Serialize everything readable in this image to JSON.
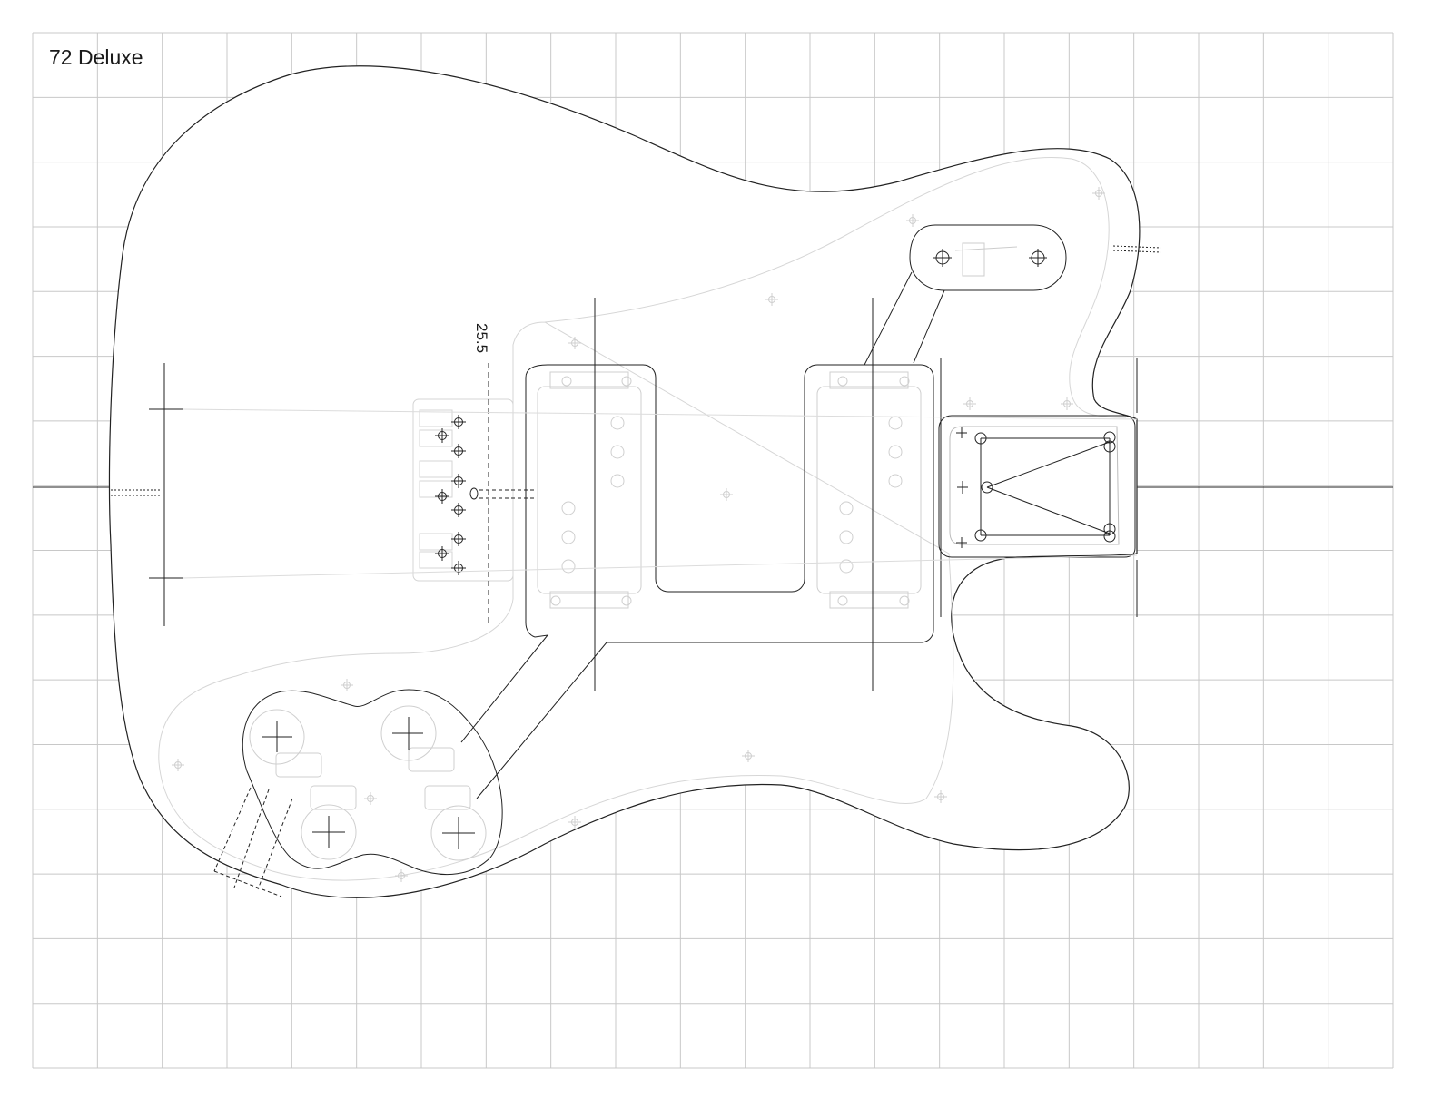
{
  "title": "72 Deluxe",
  "scale_length_label": "25.5",
  "colors": {
    "grid": "#c8c8c8",
    "outline": "#222222",
    "faint": "#d6d6d6",
    "background": "#ffffff"
  },
  "parts": [
    "body-outline",
    "pickguard-outline",
    "neck-pickup-cavity",
    "bridge-pickup-cavity",
    "control-cavity",
    "bridge",
    "neck-pocket",
    "switch-cavity",
    "centerline"
  ]
}
